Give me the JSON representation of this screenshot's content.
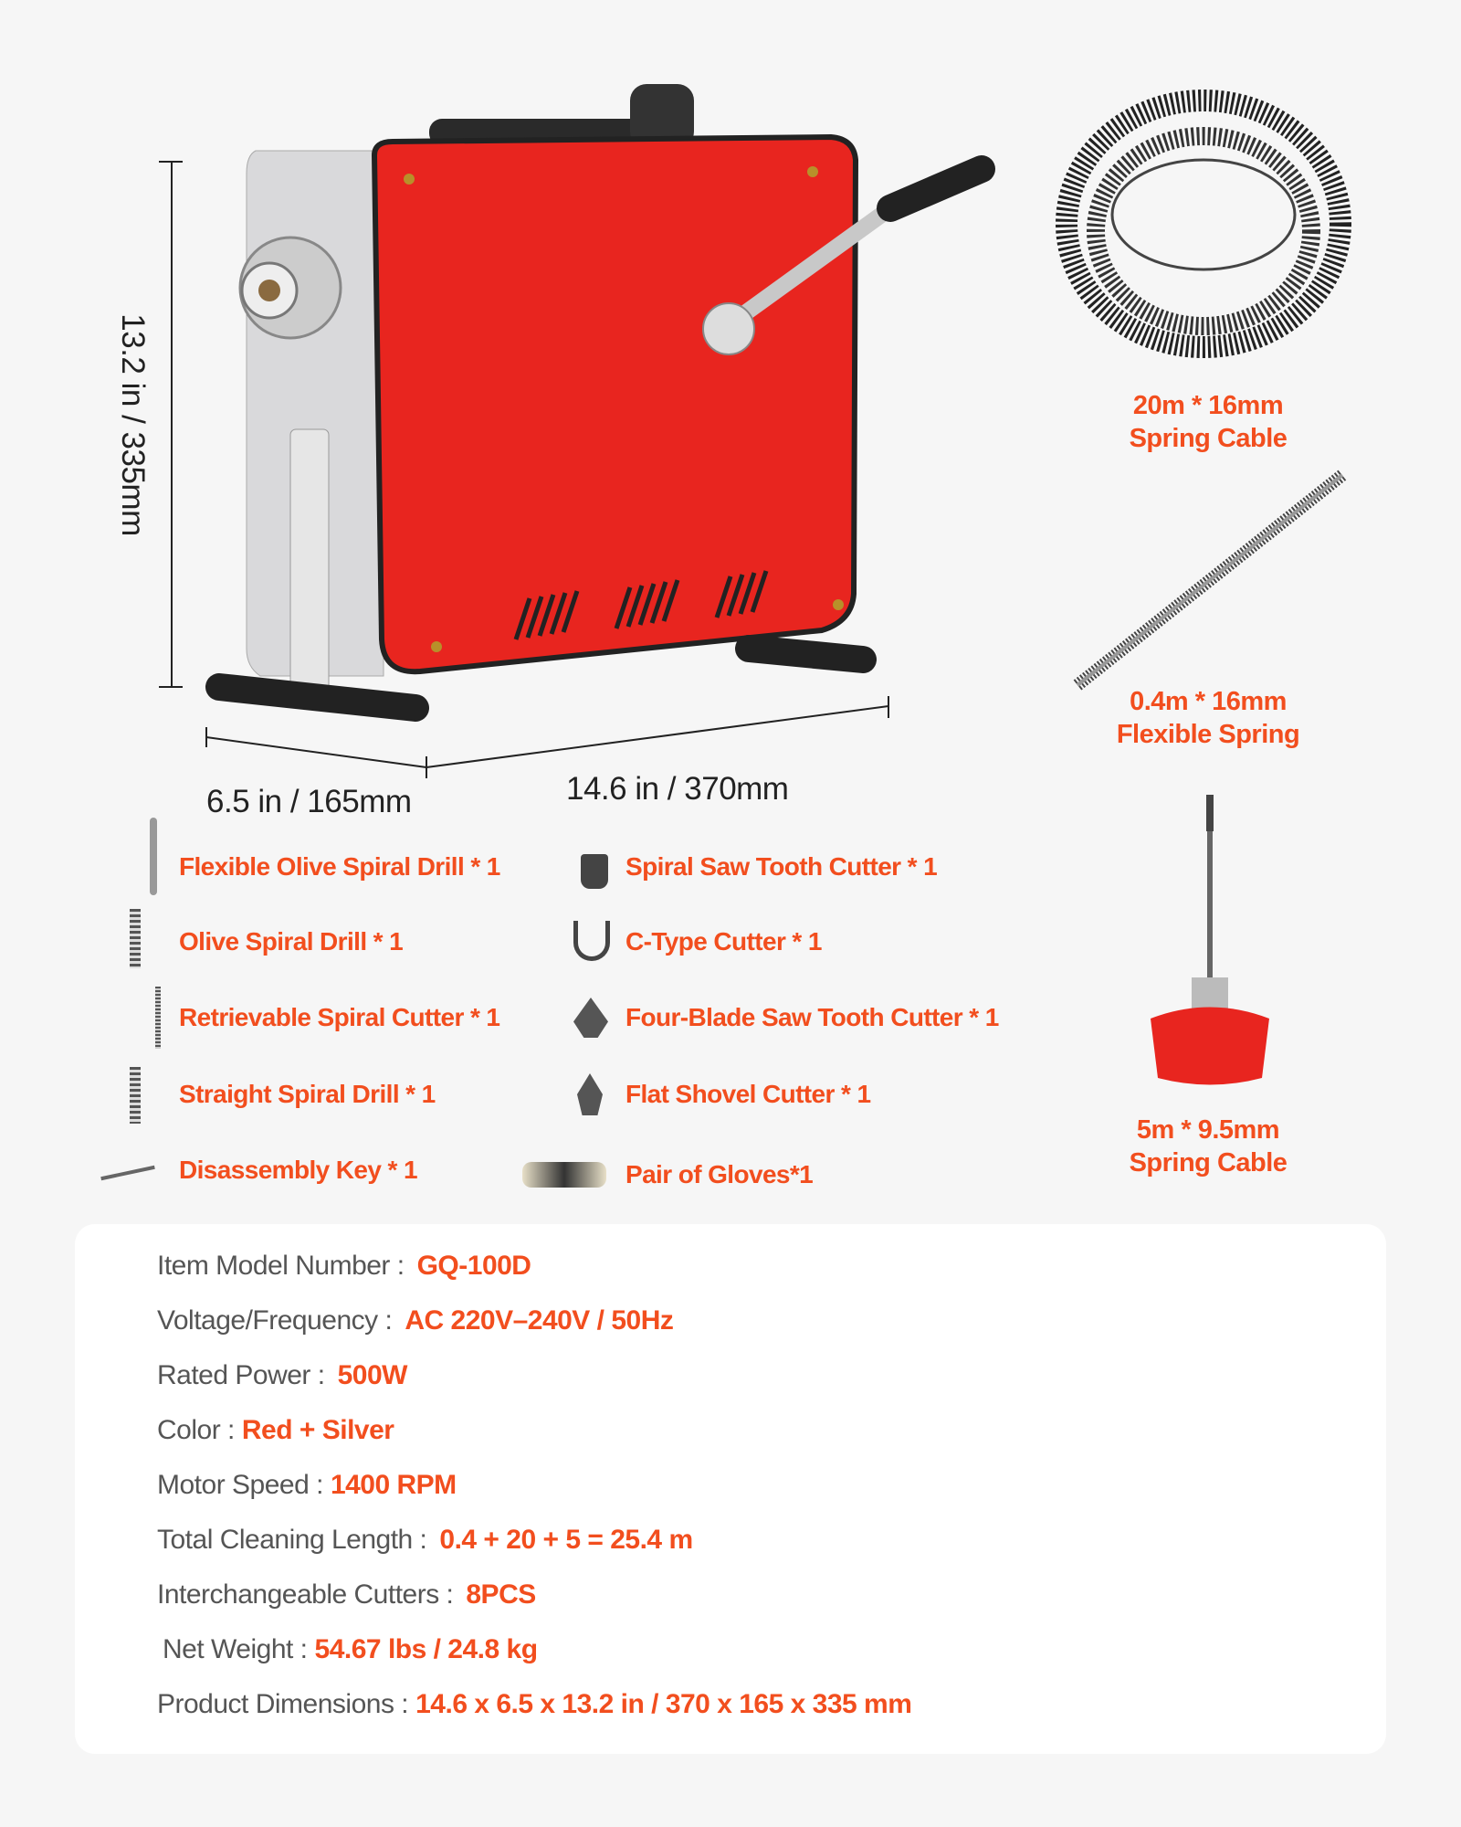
{
  "dimensions": {
    "height": "13.2 in / 335mm",
    "depth": "6.5 in / 165mm",
    "width": "14.6 in / 370mm"
  },
  "cables": [
    {
      "line1": "20m * 16mm",
      "line2": "Spring Cable",
      "icon": "coiled-spring-cable-icon"
    },
    {
      "line1": "0.4m * 16mm",
      "line2": "Flexible Spring",
      "icon": "flexible-spring-icon"
    },
    {
      "line1": "5m * 9.5mm",
      "line2": "Spring Cable",
      "icon": "small-spring-cable-drum-icon"
    }
  ],
  "accessories_left": [
    "Flexible Olive Spiral Drill * 1",
    "Olive Spiral Drill * 1",
    "Retrievable Spiral Cutter * 1",
    "Straight Spiral Drill * 1",
    "Disassembly Key * 1"
  ],
  "accessories_right": [
    "Spiral Saw Tooth Cutter * 1",
    "C-Type Cutter * 1",
    "Four-Blade Saw Tooth Cutter * 1",
    "Flat Shovel Cutter * 1",
    "Pair of Gloves*1"
  ],
  "specs": [
    {
      "label": "Item Model Number :",
      "value": "GQ-100D"
    },
    {
      "label": "Voltage/Frequency :",
      "value": "AC 220V–240V / 50Hz"
    },
    {
      "label": "Rated Power :",
      "value": "500W"
    },
    {
      "label": "Color :",
      "value": "Red + Silver"
    },
    {
      "label": "Motor Speed :",
      "value": "1400 RPM"
    },
    {
      "label": "Total Cleaning Length :",
      "value": "0.4 + 20 + 5 = 25.4 m"
    },
    {
      "label": "Interchangeable Cutters :",
      "value": "8PCS"
    },
    {
      "label": "Net Weight :",
      "value": "54.67 lbs / 24.8 kg"
    },
    {
      "label": "Product Dimensions :",
      "value": "14.6 x 6.5 x 13.2 in / 370 x 165 x 335 mm"
    }
  ],
  "colors": {
    "accent": "#f24e1e",
    "machine_red": "#e8251f",
    "background": "#f6f6f6"
  }
}
